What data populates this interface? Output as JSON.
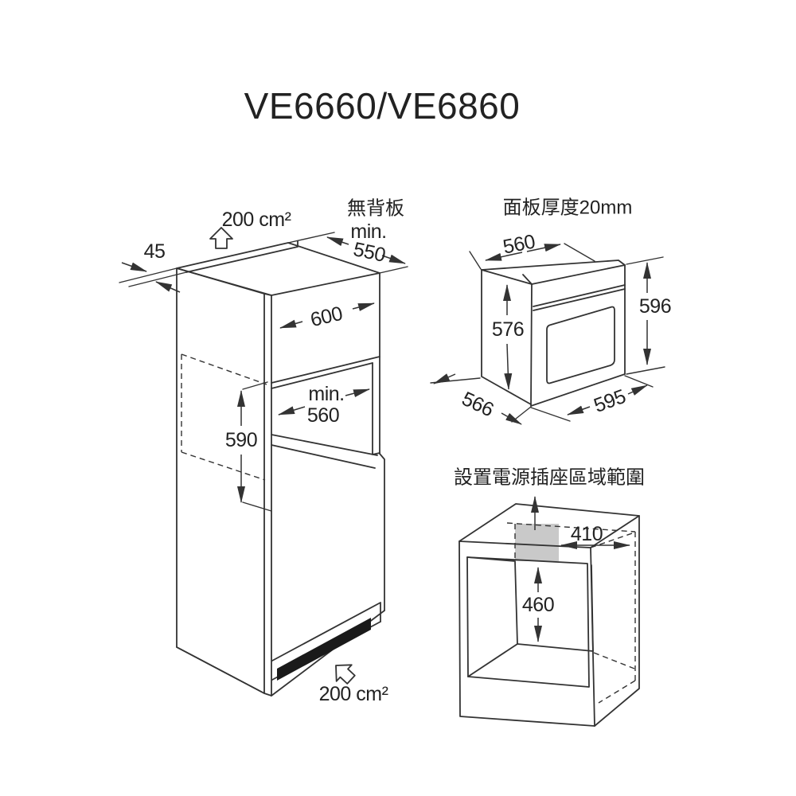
{
  "page": {
    "title": "VE6660/VE6860"
  },
  "cabinet_diagram": {
    "top_vent_area": "200 cm²",
    "rear_gap": "45",
    "no_back_panel": "無背板",
    "depth_min_prefix": "min.",
    "depth_min_value": "550",
    "cabinet_width": "600",
    "niche_width_prefix": "min.",
    "niche_width_value": "560",
    "niche_height": "590",
    "bottom_vent_area": "200 cm²"
  },
  "oven_diagram": {
    "panel_thickness": "面板厚度20mm",
    "body_depth": "560",
    "body_height": "576",
    "front_height": "596",
    "total_depth": "566",
    "front_width": "595"
  },
  "socket_diagram": {
    "title": "設置電源插座區域範圍",
    "zone_width": "410",
    "zone_height": "460",
    "zone_fill": "#c9c9c9"
  },
  "colors": {
    "line": "#333333",
    "text": "#222222"
  }
}
